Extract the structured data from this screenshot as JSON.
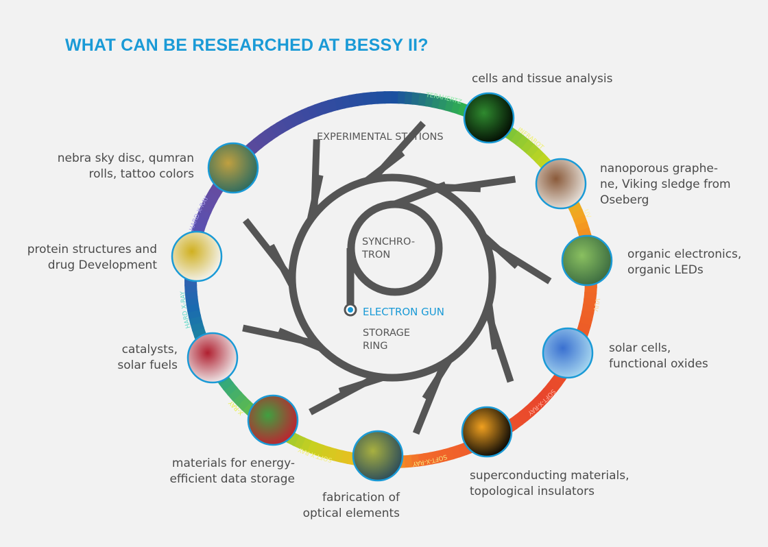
{
  "title": "WHAT CAN BE RESEARCHED AT BESSY II?",
  "center": {
    "experimental_stations": "EXPERIMENTAL STATIONS",
    "synchrotron": [
      "SYNCHRO-",
      "TRON"
    ],
    "electron_gun": "ELECTRON GUN",
    "storage_ring": [
      "STORAGE",
      "RING"
    ]
  },
  "ring_labels": [
    {
      "text": "SOFT-X-RAY",
      "pos": 0.053,
      "color": "#f6e27a"
    },
    {
      "text": "SOFT-X-RAY",
      "pos": 0.147,
      "color": "#f3f07a"
    },
    {
      "text": "X-RAY",
      "pos": 0.222,
      "color": "#e8f04a"
    },
    {
      "text": "HARD X-RAY",
      "pos": 0.3,
      "color": "#5fd8c8"
    },
    {
      "text": "HARD X-RAY",
      "pos": 0.392,
      "color": "#a8a0e8"
    },
    {
      "text": "TERAHERTZ",
      "pos": 0.628,
      "color": "#8fe8a8"
    },
    {
      "text": "INFRAROT",
      "pos": 0.706,
      "color": "#f0f070"
    },
    {
      "text": "UV",
      "pos": 0.783,
      "color": "#fff0a0"
    },
    {
      "text": "VUV",
      "pos": 0.858,
      "color": "#ffd090"
    },
    {
      "text": "SOFT-X-RAY",
      "pos": 0.95,
      "color": "#ffb0a0"
    }
  ],
  "stations": [
    {
      "name": "cells-tissue",
      "lines": [
        "cells and tissue analysis"
      ],
      "c1": "#2f8a2f",
      "c2": "#020a02"
    },
    {
      "name": "graphene-viking-sledge",
      "lines": [
        "nanoporous graphe-",
        "ne, Viking sledge from",
        "Oseberg"
      ],
      "c1": "#8a5a3a",
      "c2": "#e8e4de"
    },
    {
      "name": "organic-electronics",
      "lines": [
        "organic electronics,",
        "organic LEDs"
      ],
      "c1": "#8ac060",
      "c2": "#3a6a40"
    },
    {
      "name": "solar-cells",
      "lines": [
        "solar cells,",
        "functional oxides"
      ],
      "c1": "#3a70d0",
      "c2": "#a8d8f0"
    },
    {
      "name": "superconducting",
      "lines": [
        "superconducting materials,",
        "topological insulators"
      ],
      "c1": "#f0a020",
      "c2": "#050505"
    },
    {
      "name": "optical-elements",
      "lines": [
        "fabrication of",
        "optical elements"
      ],
      "c1": "#a8b040",
      "c2": "#2a4a5a"
    },
    {
      "name": "data-storage",
      "lines": [
        "materials for energy-",
        "efficient data storage"
      ],
      "c1": "#40a040",
      "c2": "#c02030"
    },
    {
      "name": "catalysts",
      "lines": [
        "catalysts,",
        "solar fuels"
      ],
      "c1": "#b02030",
      "c2": "#f0f0f0"
    },
    {
      "name": "protein",
      "lines": [
        "protein structures and",
        "drug Development"
      ],
      "c1": "#d0b020",
      "c2": "#f4f4f4"
    },
    {
      "name": "nebra-sky-disc",
      "lines": [
        "nebra sky disc, qumran",
        "rolls, tattoo colors"
      ],
      "c1": "#c0a040",
      "c2": "#2a6a60"
    }
  ],
  "colors": {
    "accent": "#1a9ad6",
    "ring_line": "#555555",
    "thumb_border": "#1a9ad6"
  }
}
